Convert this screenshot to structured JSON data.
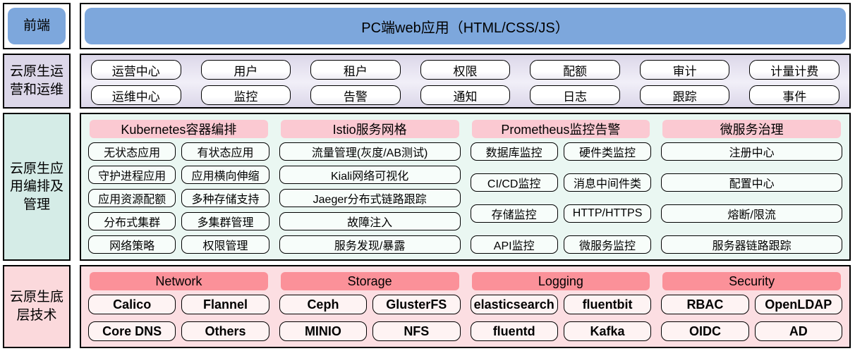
{
  "colors": {
    "blue": "#7DA7DC",
    "lavender": "#DCD7E9",
    "lavender-light": "#F1EFF8",
    "teal": "#D5ECE7",
    "teal-light": "#EAF7F2",
    "mint-box": "#F7FDFA",
    "pink-header": "#FBC9D2",
    "salmon-header": "#FB9199",
    "pink": "#FBD9DC",
    "pink-light": "#FCDEE2",
    "pink-box": "#FEF3F3"
  },
  "frontend": {
    "label": "前端",
    "banner": "PC端web应用（HTML/CSS/JS）"
  },
  "ops": {
    "label": "云原生运营和运维",
    "row1": [
      "运营中心",
      "用户",
      "租户",
      "权限",
      "配额",
      "审计",
      "计量计费"
    ],
    "row2": [
      "运维中心",
      "监控",
      "告警",
      "通知",
      "日志",
      "跟踪",
      "事件"
    ]
  },
  "orchestration": {
    "label": "云原生应用编排及管理",
    "columns": [
      {
        "header": "Kubernetes容器编排",
        "items": [
          "无状态应用",
          "有状态应用",
          "守护进程应用",
          "应用横向伸缩",
          "应用资源配额",
          "多种存储支持",
          "分布式集群",
          "多集群管理",
          "网络策略",
          "权限管理"
        ]
      },
      {
        "header": "Istio服务网格",
        "items": [
          "流量管理(灰度/AB测试)",
          "Kiali网络可视化",
          "Jaeger分布式链路跟踪",
          "故障注入",
          "服务发现/暴露"
        ]
      },
      {
        "header": "Prometheus监控告警",
        "items": [
          "数据库监控",
          "硬件类监控",
          "CI/CD监控",
          "消息中间件类",
          "存储监控",
          "HTTP/HTTPS",
          "API监控",
          "微服务监控"
        ]
      },
      {
        "header": "微服务治理",
        "items": [
          "注册中心",
          "配置中心",
          "熔断/限流",
          "服务器链路跟踪"
        ]
      }
    ]
  },
  "infrastructure": {
    "label": "云原生底层技术",
    "columns": [
      {
        "header": "Network",
        "items": [
          "Calico",
          "Flannel",
          "Core DNS",
          "Others"
        ]
      },
      {
        "header": "Storage",
        "items": [
          "Ceph",
          "GlusterFS",
          "MINIO",
          "NFS"
        ]
      },
      {
        "header": "Logging",
        "items": [
          "elasticsearch",
          "fluentbit",
          "fluentd",
          "Kafka"
        ]
      },
      {
        "header": "Security",
        "items": [
          "RBAC",
          "OpenLDAP",
          "OIDC",
          "AD"
        ]
      }
    ]
  }
}
